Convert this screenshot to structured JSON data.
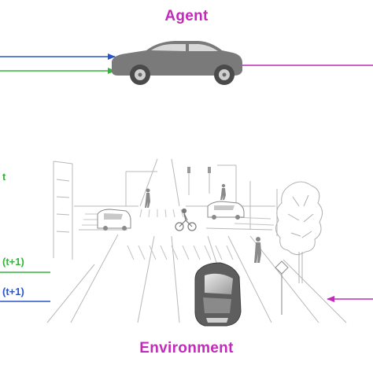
{
  "titles": {
    "agent": "Agent",
    "environment": "Environment"
  },
  "labels": {
    "state_t": "t",
    "state_next": "(t+1)",
    "reward_next": "(t+1)"
  },
  "colors": {
    "agent_title": "#c22ab9",
    "environment_title": "#c22ab9",
    "action_arrow": "#c22ab9",
    "state_arrow": "#33b43a",
    "reward_arrow": "#2a55c8",
    "agent_car": "#7a7a7a",
    "ego_car": "#5e5e5e",
    "scene_lines": "#b8b8b8"
  },
  "icons": {
    "agent": "car-side-icon",
    "environment": "intersection-scene-illustration",
    "ego_vehicle": "car-top-icon",
    "cyclist": "cyclist-icon",
    "pedestrian": "pedestrian-icon",
    "traffic_light": "traffic-light-icon",
    "warning_sign": "diamond-sign-icon",
    "tree": "tree-icon"
  }
}
